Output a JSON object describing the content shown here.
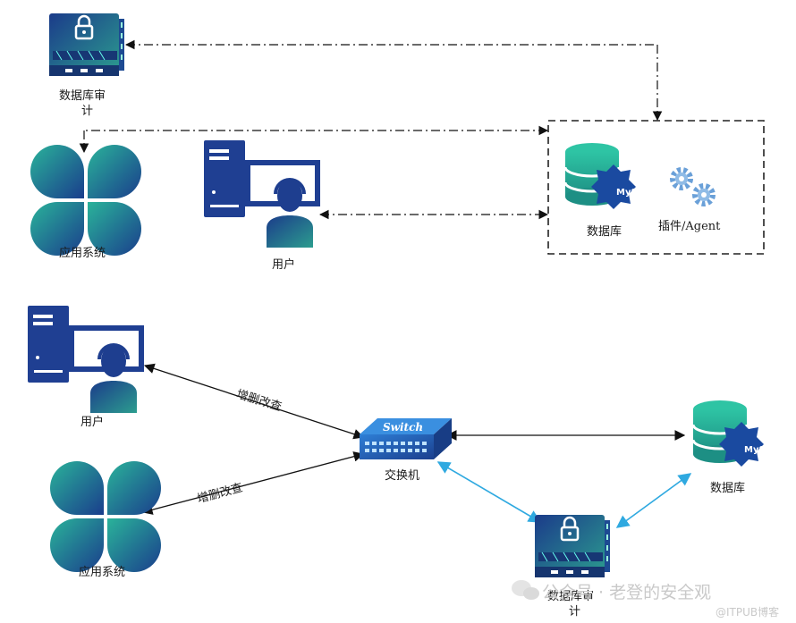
{
  "top": {
    "audit_label_line1": "数据库审",
    "audit_label_line2": "计",
    "app_label": "应用系统",
    "user_label": "用户",
    "db_label": "数据库",
    "agent_label": "插件/Agent",
    "mysql_badge": "MySQL"
  },
  "bottom": {
    "user_label": "用户",
    "app_label": "应用系统",
    "edge_user_label": "增删改查",
    "edge_app_label": "增删改查",
    "switch_label": "交换机",
    "switch_text": "Switch",
    "db_label": "数据库",
    "mysql_badge": "MySQL",
    "audit_label_line1": "数据库审",
    "audit_label_line2": "计"
  },
  "watermark": {
    "wechat": "公众号 · 老登的安全观",
    "blog": "@ITPUB博客"
  },
  "colors": {
    "navy": "#1f3d8f",
    "teal": "#2aa79b",
    "blue_arrow": "#2fa9e0",
    "black": "#111111"
  }
}
